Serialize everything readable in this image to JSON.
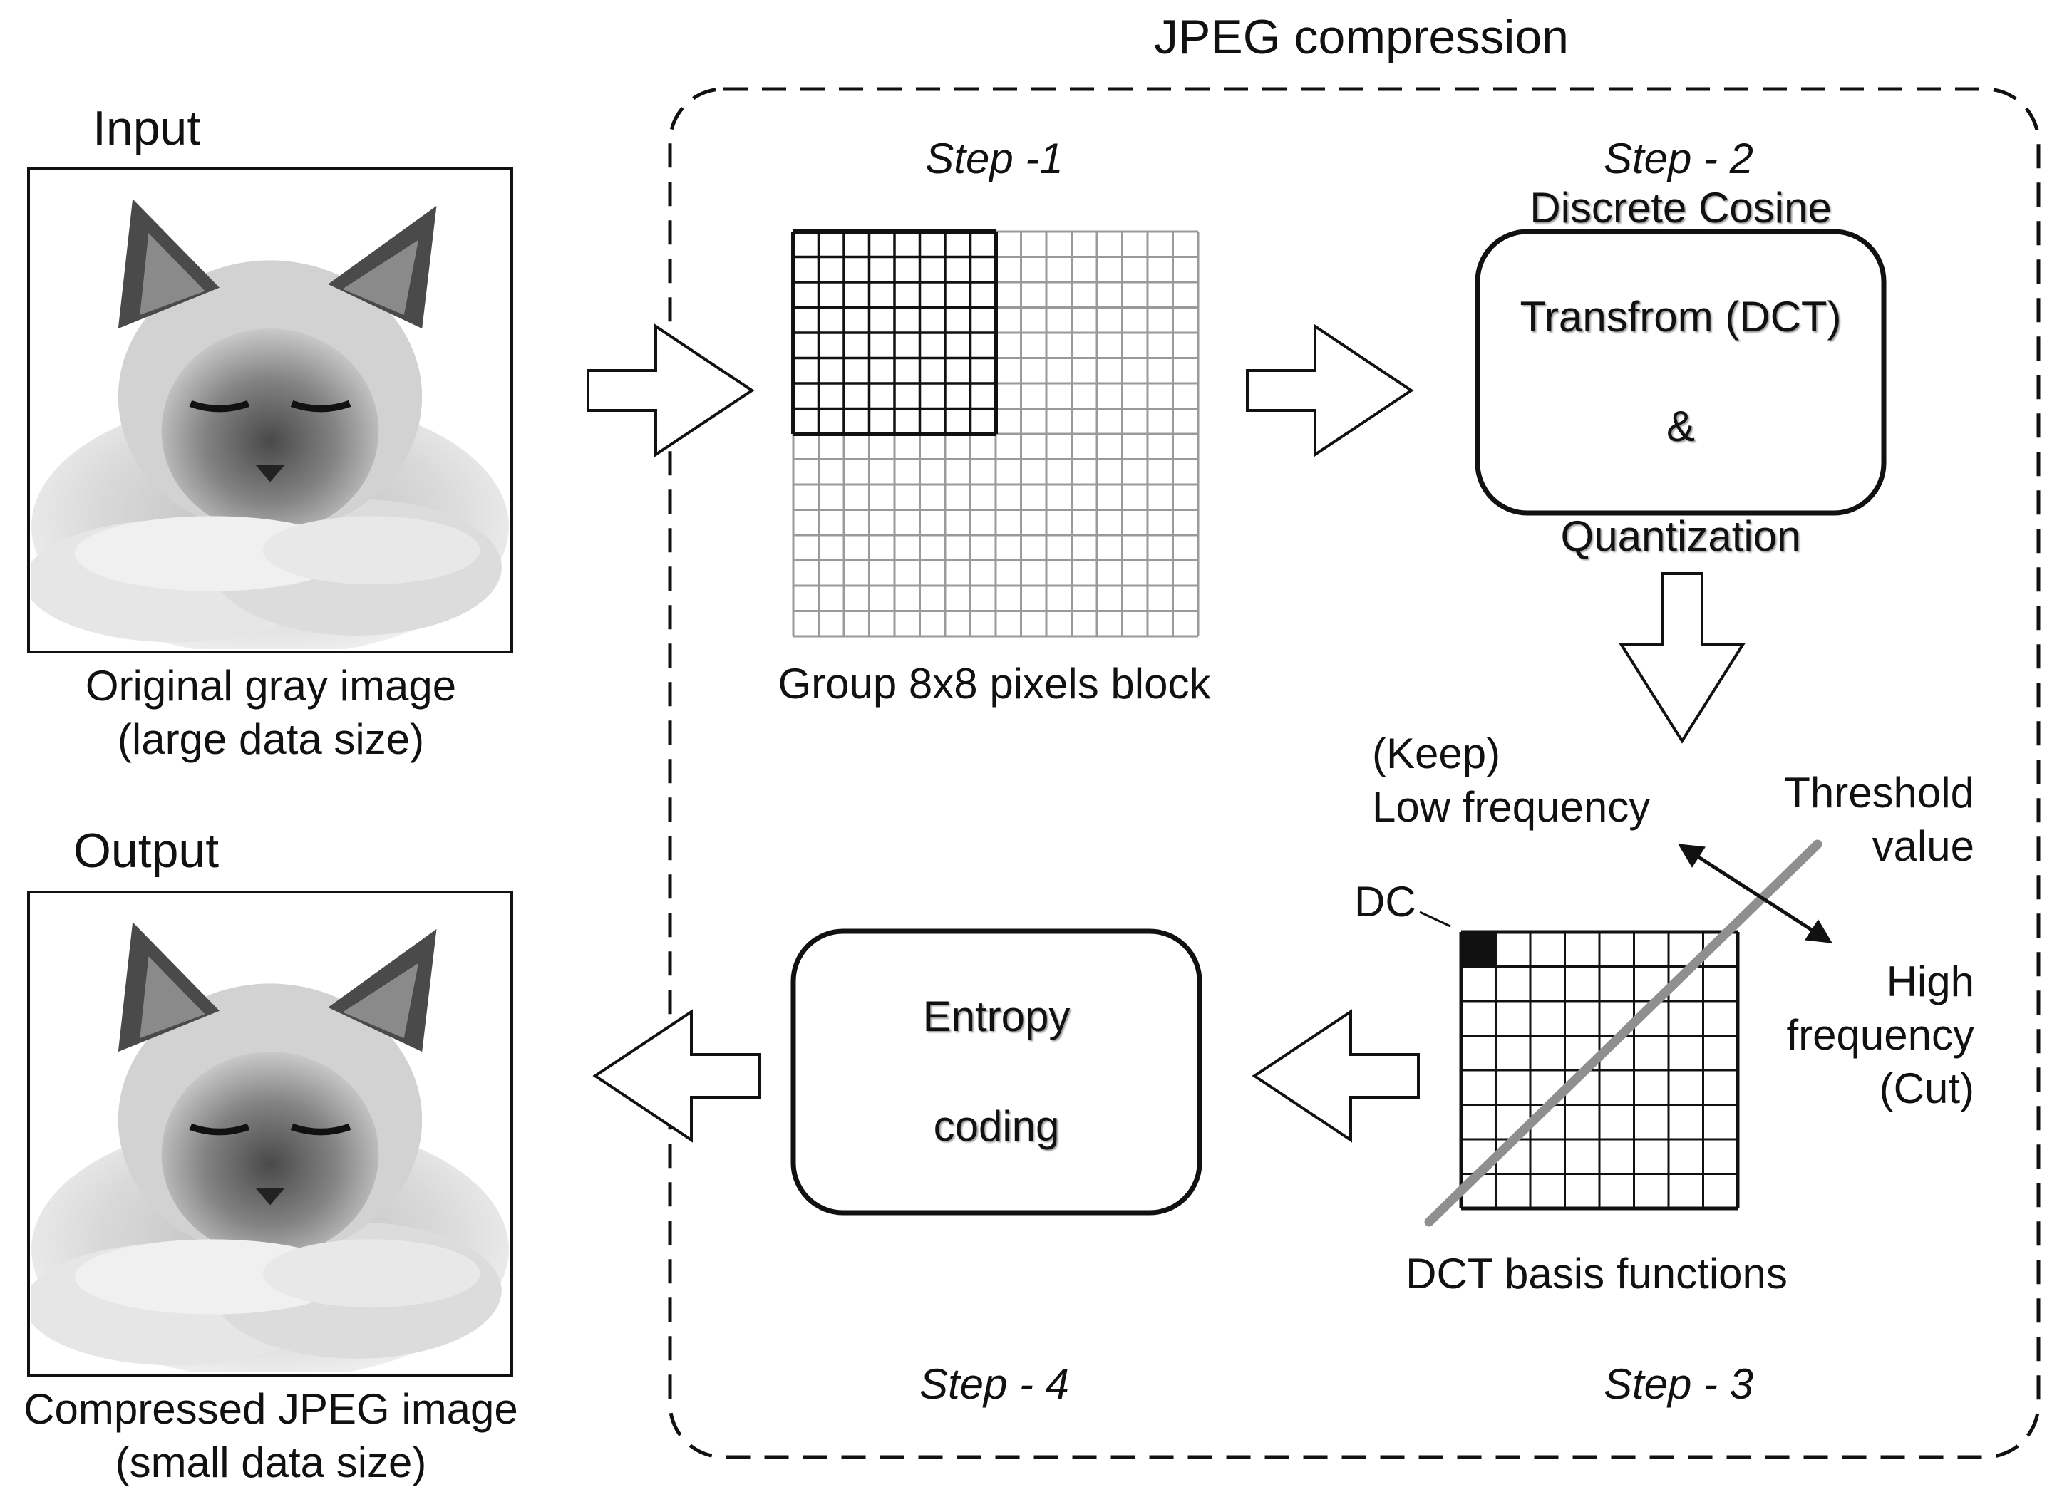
{
  "title": "JPEG compression",
  "input": {
    "heading": "Input",
    "caption_line1": "Original gray image",
    "caption_line2": "(large data size)"
  },
  "output": {
    "heading": "Output",
    "caption_line1": "Compressed JPEG image",
    "caption_line2": "(small data size)"
  },
  "steps": {
    "step1": "Step -1",
    "step2": "Step - 2",
    "step3": "Step - 3",
    "step4": "Step - 4"
  },
  "block_caption": "Group 8x8 pixels block",
  "dct_box": {
    "line1": "Discrete Cosine",
    "line2": "Transfrom (DCT)",
    "line3": "&",
    "line4": "Quantization"
  },
  "entropy_box": {
    "line1": "Entropy",
    "line2": "coding"
  },
  "dct_basis": {
    "caption": "DCT basis functions",
    "dc_label": "DC",
    "keep_line1": "(Keep)",
    "keep_line2": "Low frequency",
    "threshold_line1": "Threshold",
    "threshold_line2": "value",
    "high_line1": "High",
    "high_line2": "frequency",
    "high_line3": "(Cut)"
  },
  "colors": {
    "ink": "#111111",
    "grid_light": "#9a9a9a",
    "threshold_line": "#8f8f8f",
    "photo_frame": "#111111"
  },
  "icons": [
    "cat-photo-input",
    "cat-photo-output",
    "hollow-arrow-right",
    "hollow-arrow-down",
    "hollow-arrow-left",
    "double-headed-arrow"
  ]
}
